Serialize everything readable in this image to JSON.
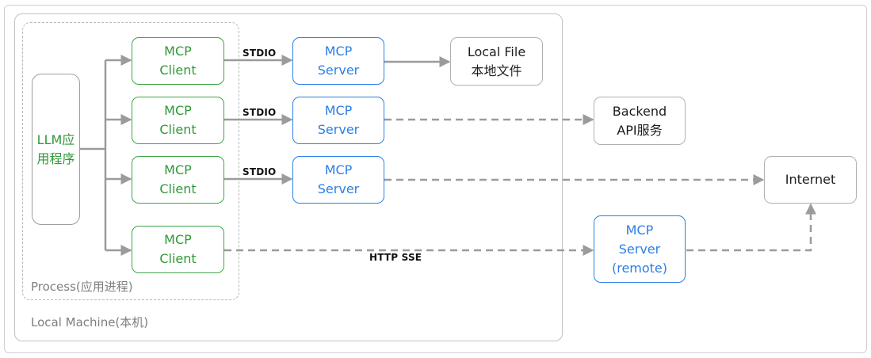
{
  "llm_app": {
    "label": "LLM应\n用程序"
  },
  "process": {
    "label": "Process(应用进程)"
  },
  "local_machine": {
    "label": "Local Machine(本机)"
  },
  "clients": [
    {
      "label": "MCP\nClient"
    },
    {
      "label": "MCP\nClient"
    },
    {
      "label": "MCP\nClient"
    },
    {
      "label": "MCP\nClient"
    }
  ],
  "servers": [
    {
      "label": "MCP\nServer"
    },
    {
      "label": "MCP\nServer"
    },
    {
      "label": "MCP\nServer"
    }
  ],
  "remote_server": {
    "label": "MCP\nServer\n(remote)"
  },
  "local_file": {
    "label": "Local File\n本地文件"
  },
  "backend_api": {
    "label": "Backend\nAPI服务"
  },
  "internet": {
    "label": "Internet"
  },
  "edges": {
    "stdio_1": "STDIO",
    "stdio_2": "STDIO",
    "stdio_3": "STDIO",
    "http_sse": "HTTP SSE"
  },
  "colors": {
    "client": "#3fa548",
    "server": "#2b7fe6",
    "arrow": "#9b9b9b"
  }
}
